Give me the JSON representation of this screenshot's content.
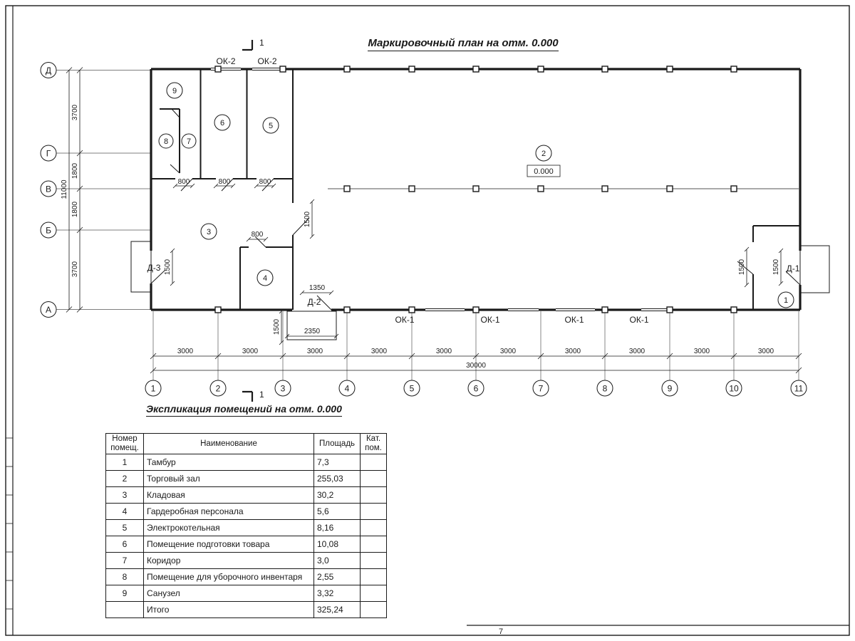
{
  "page": {
    "number": "7"
  },
  "title": "Маркировочный план на отм. 0.000",
  "plan": {
    "axes_vertical": [
      "Д",
      "Г",
      "В",
      "Б",
      "А"
    ],
    "axes_horizontal": [
      "1",
      "2",
      "3",
      "4",
      "5",
      "6",
      "7",
      "8",
      "9",
      "10",
      "11"
    ],
    "rooms": [
      "1",
      "2",
      "3",
      "4",
      "5",
      "6",
      "7",
      "8",
      "9"
    ],
    "labels": {
      "ok1": "ОК-1",
      "ok2": "ОК-2",
      "door1": "Д-1",
      "door2": "Д-2",
      "door3": "Д-3",
      "level": "0.000",
      "section": "1"
    },
    "dims": {
      "d3000": "3000",
      "d30000": "30000",
      "d3700": "3700",
      "d1800": "1800",
      "d11000": "11000",
      "d800": "800",
      "d1500": "1500",
      "d1350": "1350",
      "d2350": "2350"
    }
  },
  "schedule": {
    "title": "Экспликация помещений на отм. 0.000",
    "headers": {
      "num": "Номер помещ.",
      "name": "Наименование",
      "area": "Площадь",
      "cat": "Кат. пом."
    },
    "rows": [
      {
        "num": "1",
        "name": "Тамбур",
        "area": "7,3",
        "cat": ""
      },
      {
        "num": "2",
        "name": "Торговый зал",
        "area": "255,03",
        "cat": ""
      },
      {
        "num": "3",
        "name": "Кладовая",
        "area": "30,2",
        "cat": ""
      },
      {
        "num": "4",
        "name": "Гардеробная персонала",
        "area": "5,6",
        "cat": ""
      },
      {
        "num": "5",
        "name": "Электрокотельная",
        "area": "8,16",
        "cat": ""
      },
      {
        "num": "6",
        "name": "Помещение подготовки товара",
        "area": "10,08",
        "cat": ""
      },
      {
        "num": "7",
        "name": "Коридор",
        "area": "3,0",
        "cat": ""
      },
      {
        "num": "8",
        "name": "Помещение для уборочного инвентаря",
        "area": "2,55",
        "cat": ""
      },
      {
        "num": "9",
        "name": "Санузел",
        "area": "3,32",
        "cat": ""
      }
    ],
    "total": {
      "label": "Итого",
      "area": "325,24"
    }
  }
}
